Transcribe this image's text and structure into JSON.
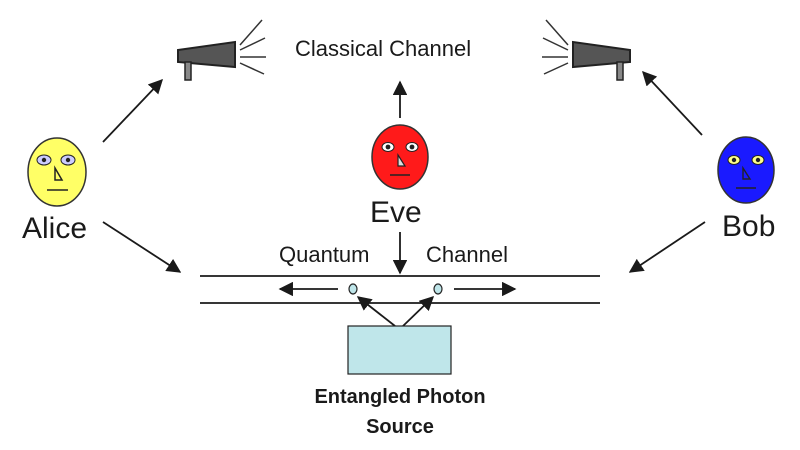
{
  "labels": {
    "classical_channel": "Classical Channel",
    "alice": "Alice",
    "eve": "Eve",
    "bob": "Bob",
    "quantum": "Quantum",
    "channel": "Channel",
    "source_line1": "Entangled Photon",
    "source_line2": "Source"
  },
  "colors": {
    "alice_face": "#ffff66",
    "eve_face": "#ff1a1a",
    "bob_face": "#1a1aff",
    "source_box": "#bfe6ea",
    "line": "#1a1a1a"
  },
  "icons": [
    "megaphone-icon",
    "face-icon",
    "photon-icon",
    "arrow-icon"
  ]
}
